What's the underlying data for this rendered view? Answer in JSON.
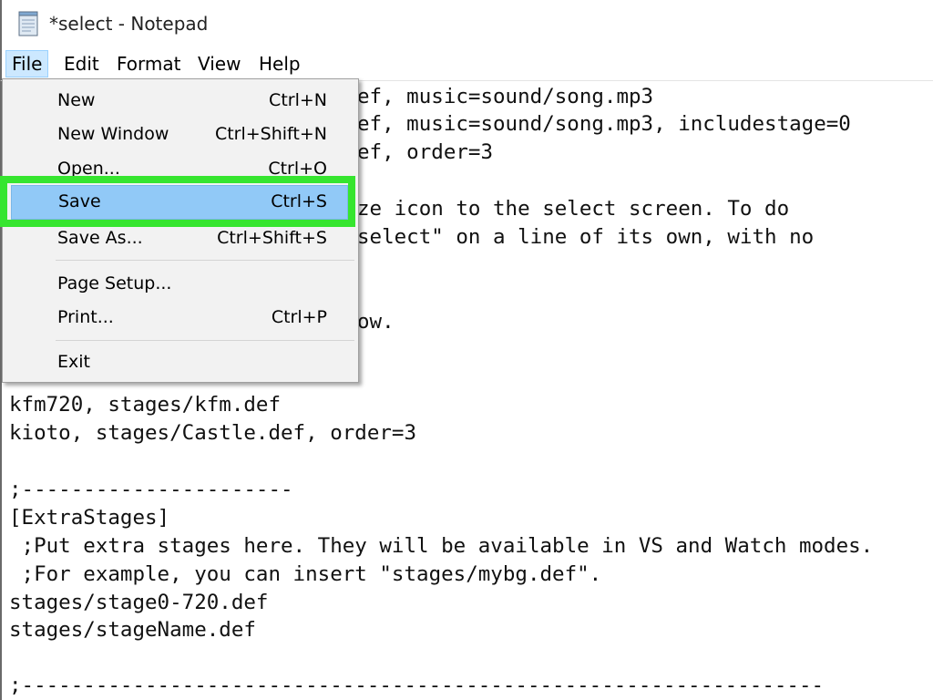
{
  "window": {
    "title": "*select - Notepad",
    "app_icon": "notepad-icon"
  },
  "menubar": {
    "items": [
      {
        "label": "File",
        "active": true
      },
      {
        "label": "Edit"
      },
      {
        "label": "Format"
      },
      {
        "label": "View"
      },
      {
        "label": "Help"
      }
    ]
  },
  "file_menu": {
    "items": [
      {
        "label": "New",
        "shortcut": "Ctrl+N"
      },
      {
        "label": "New Window",
        "shortcut": "Ctrl+Shift+N"
      },
      {
        "label": "Open...",
        "shortcut": "Ctrl+O"
      },
      {
        "label": "Save",
        "shortcut": "Ctrl+S",
        "highlighted": true
      },
      {
        "label": "Save As...",
        "shortcut": "Ctrl+Shift+S"
      },
      {
        "label": "Page Setup...",
        "shortcut": ""
      },
      {
        "label": "Print...",
        "shortcut": "Ctrl+P"
      },
      {
        "label": "Exit",
        "shortcut": ""
      }
    ]
  },
  "editor": {
    "lines": [
      "ef, music=sound/song.mp3",
      "ef, music=sound/song.mp3, includestage=0",
      "ef, order=3",
      "ze icon to the select screen. To do",
      "select\" on a line of its own, with no",
      "ow.",
      "kfm720, stages/kfm.def",
      "kioto, stages/Castle.def, order=3",
      ";----------------------",
      "[ExtraStages]",
      " ;Put extra stages here. They will be available in VS and Watch modes.",
      " ;For example, you can insert \"stages/mybg.def\".",
      "stages/stage0-720.def",
      "stages/stageName.def",
      ";-----------------------------------------------------------------"
    ]
  },
  "colors": {
    "menu_highlight": "#91c9f7",
    "callout_green": "#36e52f",
    "menu_background": "#f2f2f2"
  }
}
